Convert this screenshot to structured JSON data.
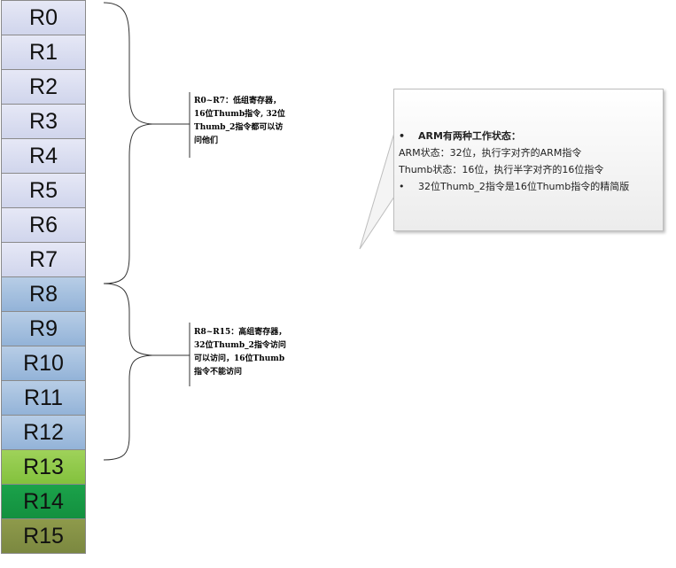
{
  "registers": [
    {
      "label": "R0",
      "group": "low"
    },
    {
      "label": "R1",
      "group": "low"
    },
    {
      "label": "R2",
      "group": "low"
    },
    {
      "label": "R3",
      "group": "low"
    },
    {
      "label": "R4",
      "group": "low"
    },
    {
      "label": "R5",
      "group": "low"
    },
    {
      "label": "R6",
      "group": "low"
    },
    {
      "label": "R7",
      "group": "low"
    },
    {
      "label": "R8",
      "group": "high"
    },
    {
      "label": "R9",
      "group": "high"
    },
    {
      "label": "R10",
      "group": "high"
    },
    {
      "label": "R11",
      "group": "high"
    },
    {
      "label": "R12",
      "group": "high"
    },
    {
      "label": "R13",
      "group": "r13"
    },
    {
      "label": "R14",
      "group": "r14"
    },
    {
      "label": "R15",
      "group": "r15"
    }
  ],
  "notes": {
    "low": "R0~R7：低组寄存器，\n16位Thumb指令, 32位\nThumb_2指令都可以访\n问他们",
    "high": "R8~R15：高组寄存器，\n32位Thumb_2指令访问\n可以访问，16位Thumb\n指令不能访问"
  },
  "callout": {
    "heading": "ARM有两种工作状态：",
    "arm_state": "ARM状态：32位，执行字对齐的ARM指令",
    "thumb_state": "Thumb状态：16位，执行半字对齐的16位指令",
    "subset": "32位Thumb_2指令是16位Thumb指令的精简版",
    "bullet": "•"
  },
  "colors": {
    "low_group": "#d6dbef",
    "high_group": "#9fbbdc",
    "r13": "#8ec94a",
    "r14": "#17984a",
    "r15": "#808d44"
  }
}
